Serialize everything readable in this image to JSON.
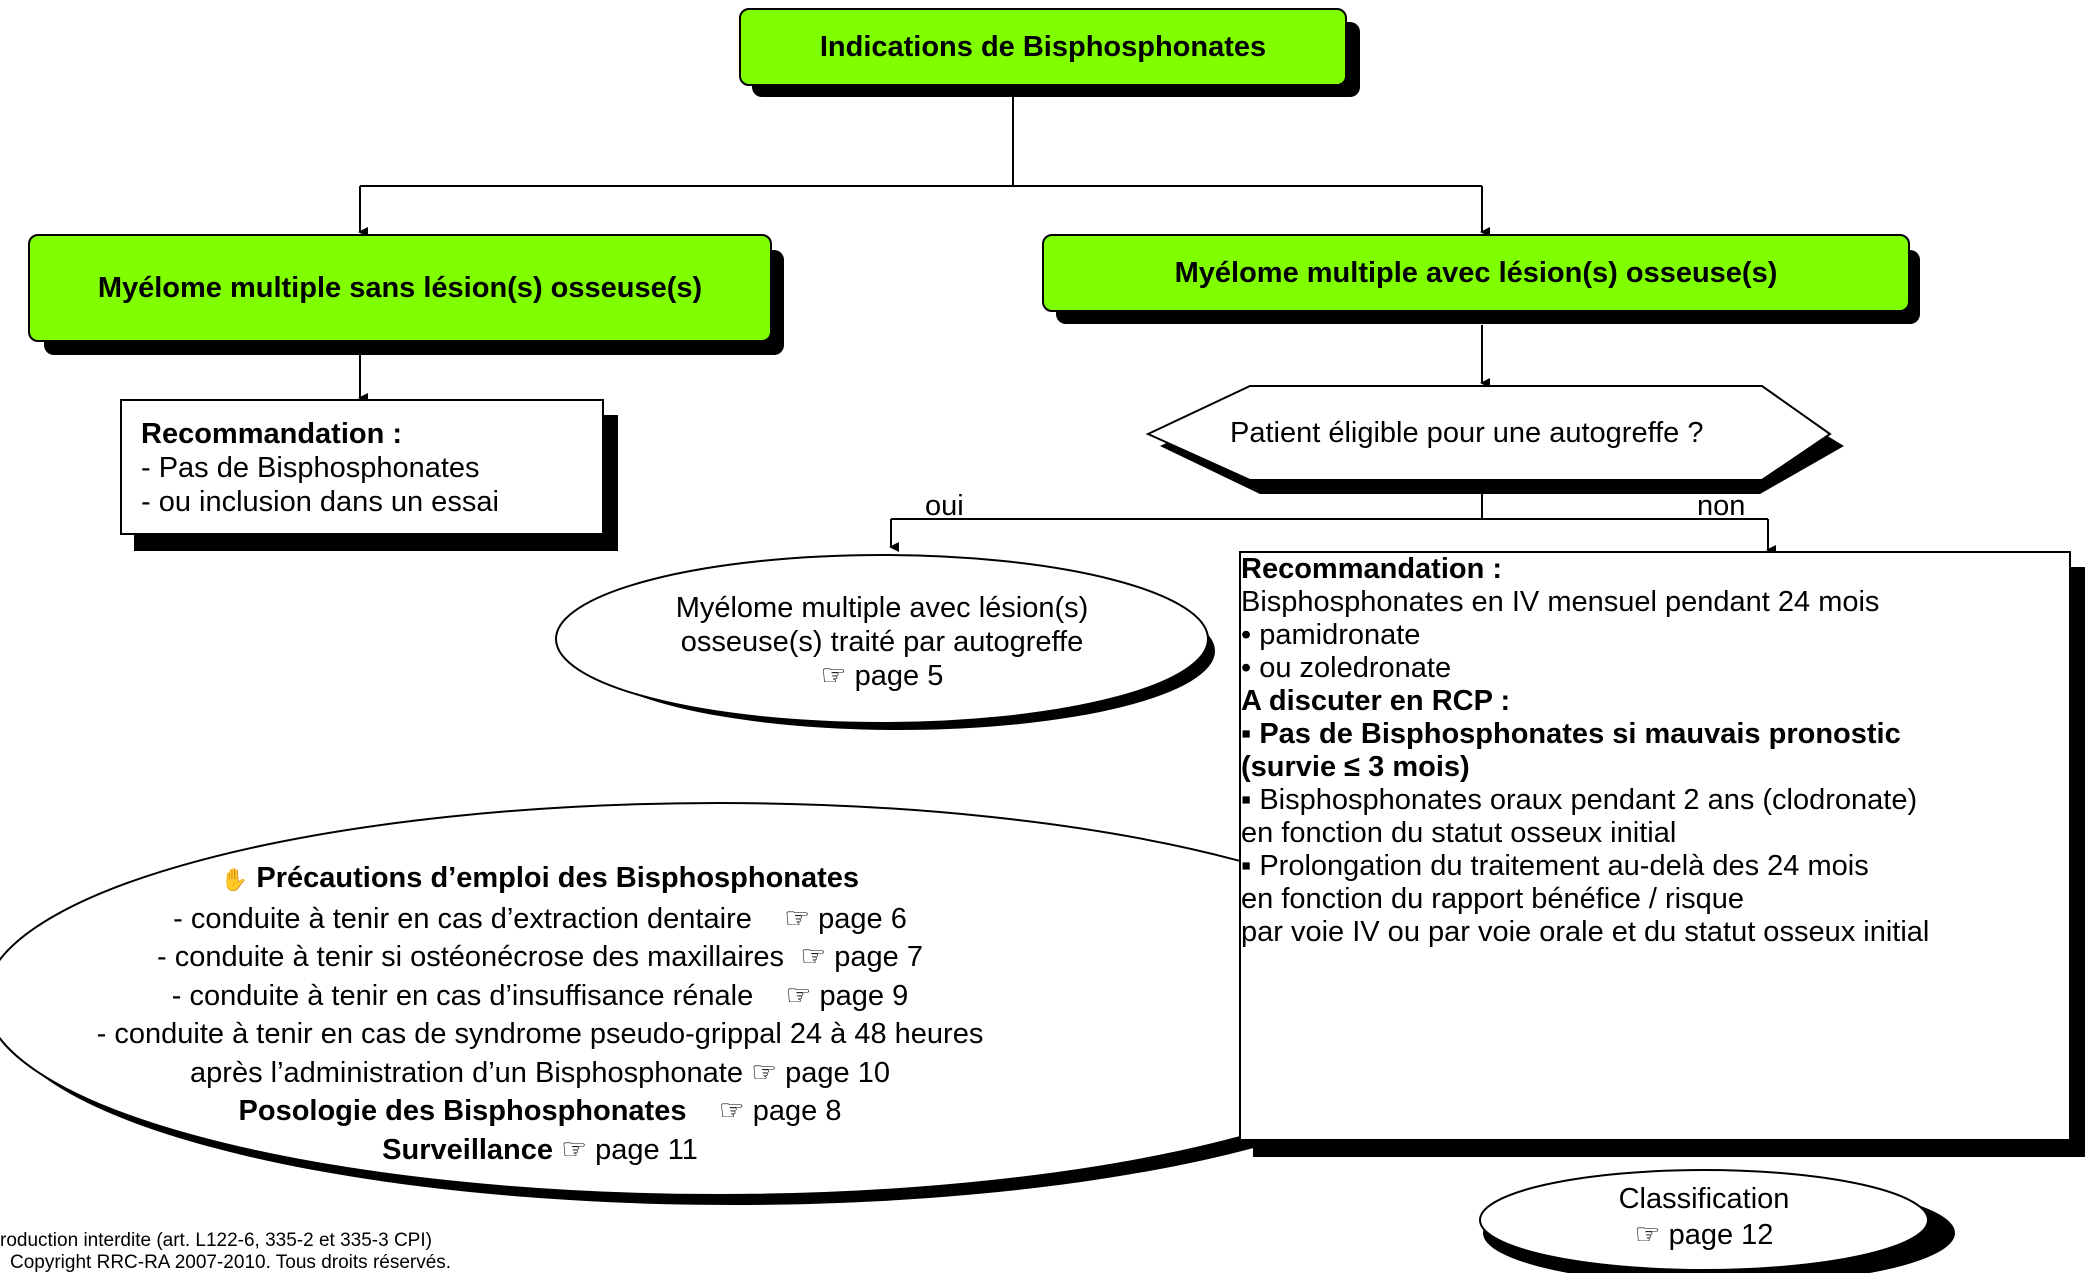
{
  "top_box": {
    "label": "Indications de Bisphosphonates"
  },
  "left_branch": {
    "box_label": "Myélome multiple sans lésion(s) osseuse(s)",
    "recommendation": {
      "heading": "Recommandation :",
      "lines": [
        "- Pas de Bisphosphonates",
        "- ou inclusion dans un essai"
      ]
    }
  },
  "right_branch": {
    "box_label": "Myélome multiple avec lésion(s) osseuse(s)",
    "decision": "Patient éligible pour une autogreffe ?",
    "yes_label": "oui",
    "no_label": "non",
    "yes_ellipse": {
      "lines": [
        "Myélome multiple avec lésion(s)",
        "osseuse(s) traité par autogreffe"
      ],
      "ref": "☞ page 5"
    },
    "recommendation": {
      "heading": "Recommandation :",
      "intro": "Bisphosphonates en IV mensuel pendant 24 mois",
      "drugs": [
        "• pamidronate",
        "• ou zoledronate"
      ],
      "discuss_heading": "A discuter en RCP :",
      "discuss_bold_1": "▪ Pas de Bisphosphonates si mauvais pronostic",
      "discuss_bold_2": "(survie ≤ 3 mois)",
      "oral_1": "▪ Bisphosphonates oraux pendant 2 ans (clodronate)",
      "oral_2": "en fonction du statut osseux initial",
      "prolong_1": "▪ Prolongation du traitement au-delà des 24 mois",
      "prolong_2": "en fonction du rapport bénéfice / risque",
      "prolong_3": "par voie IV ou par voie orale et du statut osseux initial"
    },
    "classification": {
      "label": "Classification",
      "ref": "☞ page 12"
    }
  },
  "precautions": {
    "heading_icon": "✋",
    "heading": "Précautions d’emploi des Bisphosphonates",
    "items": [
      {
        "text": "- conduite à tenir en cas d’extraction dentaire",
        "ref": "☞ page 6"
      },
      {
        "text": "- conduite à tenir si ostéonécrose des maxillaires",
        "ref": "☞ page 7"
      },
      {
        "text": "- conduite à tenir en cas d’insuffisance rénale",
        "ref": "☞ page 9"
      }
    ],
    "flu_line_1": "- conduite à tenir en cas de syndrome pseudo-grippal 24 à 48 heures",
    "flu_line_2": "après l’administration d’un Bisphosphonate",
    "flu_ref": "☞ page 10",
    "posologie": "Posologie des Bisphosphonates",
    "posologie_ref": "☞ page 8",
    "surveillance": "Surveillance",
    "surveillance_ref": "☞ page 11"
  },
  "footer": {
    "line1": "roduction interdite (art. L122-6, 335-2 et 335-3 CPI)",
    "line2": "Copyright RRC-RA  2007-2010. Tous droits réservés."
  }
}
